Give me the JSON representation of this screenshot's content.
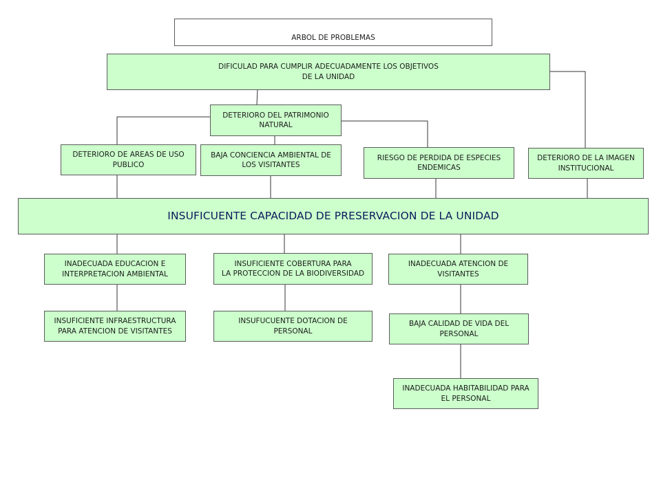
{
  "title": "ARBOL DE PROBLEMAS",
  "effects": {
    "top": "DIFICULAD PARA CUMPLIR ADECUADAMENTE LOS OBJETIVOS\nDE LA UNIDAD",
    "patrimonio": "DETERIORO DEL PATRIMONIO\nNATURAL",
    "areas_uso": "DETERIORO DE  AREAS DE USO\nPUBLICO",
    "conciencia": "BAJA CONCIENCIA AMBIENTAL DE\nLOS VISITANTES",
    "especies": "RIESGO DE PERDIDA DE ESPECIES\nENDEMICAS",
    "imagen": "DETERIORO DE LA IMAGEN\nINSTITUCIONAL"
  },
  "core_problem": "INSUFICUENTE CAPACIDAD DE PRESERVACION DE LA UNIDAD",
  "causes": {
    "educacion": "INADECUADA EDUCACION E\nINTERPRETACION AMBIENTAL",
    "infraestructura": "INSUFICIENTE INFRAESTRUCTURA\nPARA ATENCION DE VISITANTES",
    "cobertura": "INSUFICIENTE COBERTURA PARA\nLA PROTECCION DE LA BIODIVERSIDAD",
    "dotacion": "INSUFUCUENTE DOTACION DE\nPERSONAL",
    "atencion": "INADECUADA ATENCION DE\nVISITANTES",
    "calidad_vida": "BAJA CALIDAD DE VIDA DEL\nPERSONAL",
    "habitabilidad": "INADECUADA HABITABILIDAD PARA\nEL PERSONAL"
  },
  "colors": {
    "box_fill": "#ccffcc",
    "border": "#5a5a5a",
    "core_text": "#0a1a5c"
  }
}
